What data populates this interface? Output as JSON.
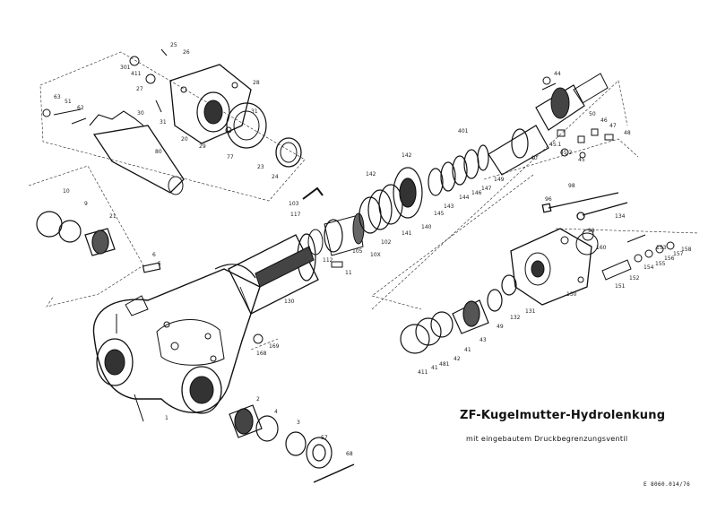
{
  "title": "ZF-Kugelmutter-Hydrolenkung",
  "subtitle": "mit eingebautem Druckbegrenzungsventil",
  "document_number": "E 8060.014/76",
  "colors": {
    "line": "#111111",
    "paper": "#ffffff",
    "shade": "#555555"
  },
  "part_labels": [
    {
      "id": "p25",
      "text": "25"
    },
    {
      "id": "p26",
      "text": "26"
    },
    {
      "id": "p301",
      "text": "301"
    },
    {
      "id": "p411",
      "text": "411"
    },
    {
      "id": "p27",
      "text": "27"
    },
    {
      "id": "p28",
      "text": "28"
    },
    {
      "id": "p63",
      "text": "63"
    },
    {
      "id": "p51",
      "text": "51"
    },
    {
      "id": "p62",
      "text": "62"
    },
    {
      "id": "p30",
      "text": "30"
    },
    {
      "id": "p31a",
      "text": "31"
    },
    {
      "id": "p31b",
      "text": "31"
    },
    {
      "id": "p20",
      "text": "20"
    },
    {
      "id": "p29",
      "text": "29"
    },
    {
      "id": "p80",
      "text": "80"
    },
    {
      "id": "p77",
      "text": "77"
    },
    {
      "id": "p23",
      "text": "23"
    },
    {
      "id": "p24",
      "text": "24"
    },
    {
      "id": "p44",
      "text": "44"
    },
    {
      "id": "p401",
      "text": "401"
    },
    {
      "id": "p50",
      "text": "50"
    },
    {
      "id": "p46",
      "text": "46"
    },
    {
      "id": "p47",
      "text": "47"
    },
    {
      "id": "p48",
      "text": "48"
    },
    {
      "id": "p451",
      "text": "45.1"
    },
    {
      "id": "p452",
      "text": "45.2"
    },
    {
      "id": "p45",
      "text": "45"
    },
    {
      "id": "p40",
      "text": "40"
    },
    {
      "id": "p142a",
      "text": "142"
    },
    {
      "id": "p142b",
      "text": "142"
    },
    {
      "id": "p149",
      "text": "149"
    },
    {
      "id": "p147",
      "text": "147"
    },
    {
      "id": "p146",
      "text": "146"
    },
    {
      "id": "p144",
      "text": "144"
    },
    {
      "id": "p143",
      "text": "143"
    },
    {
      "id": "p145",
      "text": "145"
    },
    {
      "id": "p140",
      "text": "140"
    },
    {
      "id": "p141",
      "text": "141"
    },
    {
      "id": "p102",
      "text": "102"
    },
    {
      "id": "p10x",
      "text": "10X"
    },
    {
      "id": "p105",
      "text": "105"
    },
    {
      "id": "p103",
      "text": "103"
    },
    {
      "id": "p117",
      "text": "117"
    },
    {
      "id": "p10",
      "text": "10"
    },
    {
      "id": "p9",
      "text": "9"
    },
    {
      "id": "p21",
      "text": "21"
    },
    {
      "id": "p6",
      "text": "6"
    },
    {
      "id": "p5",
      "text": "5"
    },
    {
      "id": "p112",
      "text": "112"
    },
    {
      "id": "p11",
      "text": "11"
    },
    {
      "id": "p130a",
      "text": "130"
    },
    {
      "id": "p96",
      "text": "96"
    },
    {
      "id": "p98",
      "text": "98"
    },
    {
      "id": "p134",
      "text": "134"
    },
    {
      "id": "p99",
      "text": "99"
    },
    {
      "id": "p160",
      "text": "160"
    },
    {
      "id": "p153",
      "text": "153"
    },
    {
      "id": "p158",
      "text": "158"
    },
    {
      "id": "p157",
      "text": "157"
    },
    {
      "id": "p156",
      "text": "156"
    },
    {
      "id": "p155",
      "text": "155"
    },
    {
      "id": "p154",
      "text": "154"
    },
    {
      "id": "p152",
      "text": "152"
    },
    {
      "id": "p151",
      "text": "151"
    },
    {
      "id": "p130b",
      "text": "130"
    },
    {
      "id": "p131",
      "text": "131"
    },
    {
      "id": "p132",
      "text": "132"
    },
    {
      "id": "p49",
      "text": "49"
    },
    {
      "id": "p43",
      "text": "43"
    },
    {
      "id": "p411b",
      "text": "411"
    },
    {
      "id": "p41",
      "text": "41"
    },
    {
      "id": "p481",
      "text": "481"
    },
    {
      "id": "p42",
      "text": "42"
    },
    {
      "id": "p41b",
      "text": "41"
    },
    {
      "id": "p169",
      "text": "169"
    },
    {
      "id": "p168",
      "text": "168"
    },
    {
      "id": "p1",
      "text": "1"
    },
    {
      "id": "p2",
      "text": "2"
    },
    {
      "id": "p4",
      "text": "4"
    },
    {
      "id": "p3",
      "text": "3"
    },
    {
      "id": "p57",
      "text": "57"
    },
    {
      "id": "p68",
      "text": "68"
    }
  ]
}
